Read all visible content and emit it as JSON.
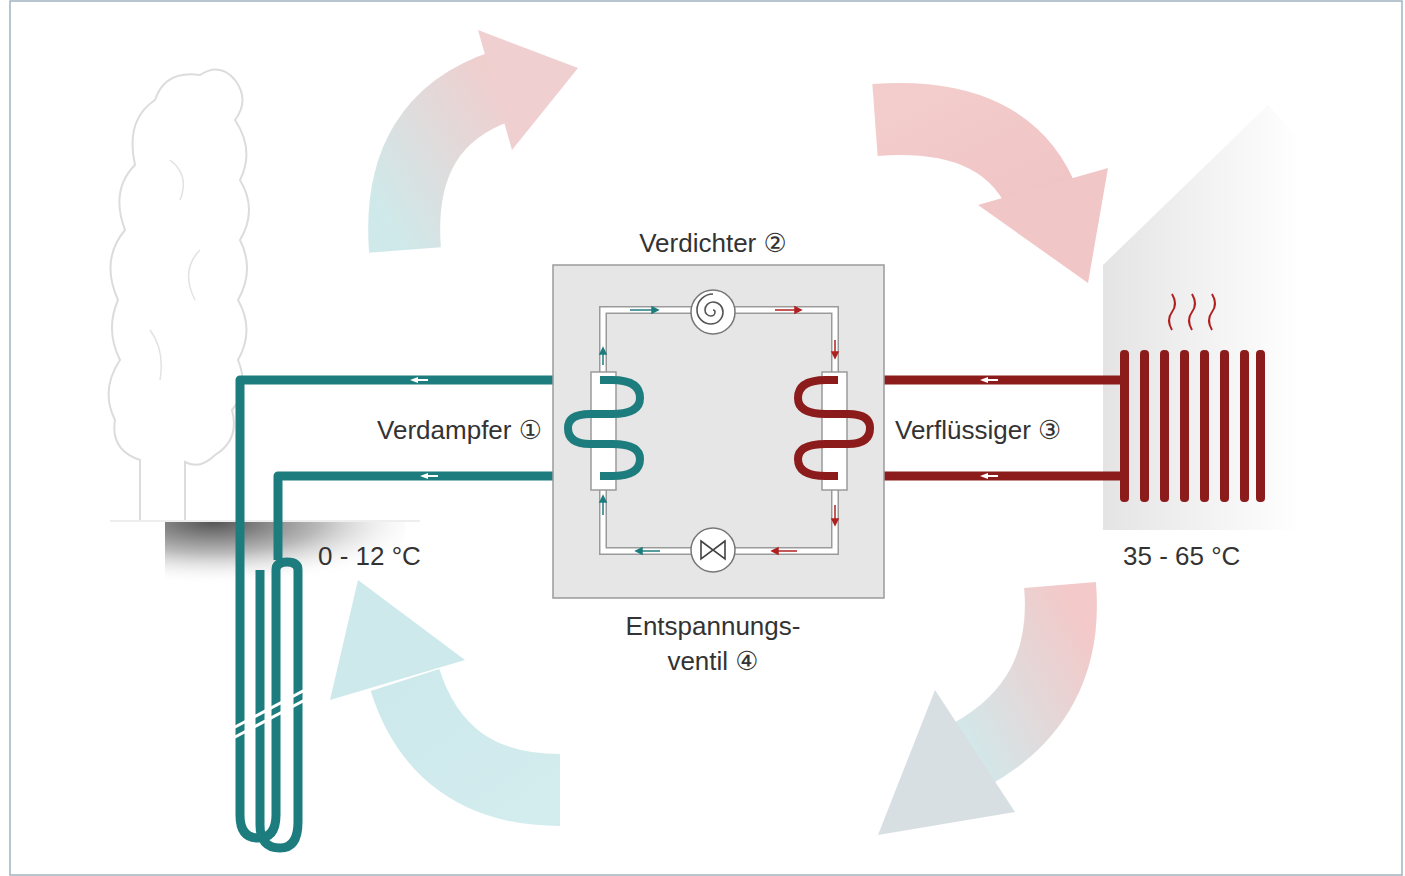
{
  "diagram": {
    "labels": [
      "Verdichter ②",
      "Verdampfer ①",
      "Verflüssiger ③",
      "Entspannungs- ventil ④",
      "0 - 12 °C",
      "35 - 65 °C"
    ]
  }
}
